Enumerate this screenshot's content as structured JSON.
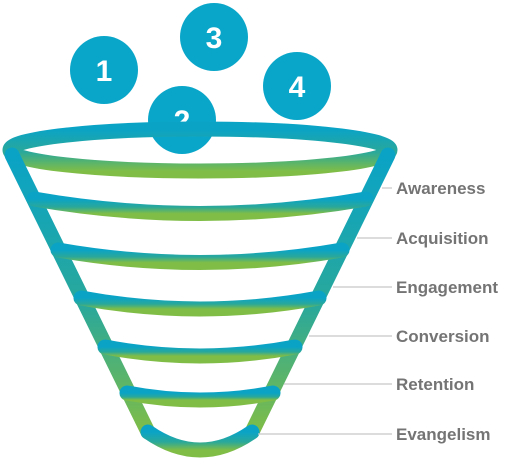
{
  "balls": [
    {
      "label": "1"
    },
    {
      "label": "3"
    },
    {
      "label": "4"
    },
    {
      "label": "2"
    }
  ],
  "stages": [
    {
      "label": "Awareness"
    },
    {
      "label": "Acquisition"
    },
    {
      "label": "Engagement"
    },
    {
      "label": "Conversion"
    },
    {
      "label": "Retention"
    },
    {
      "label": "Evangelism"
    }
  ],
  "colors": {
    "ball": "#0aa6c9",
    "funnel_top": "#0aa3c6",
    "funnel_mid": "#2aa89a",
    "funnel_bottom": "#7fbd47",
    "leader_line": "#c8c8c8",
    "label_text": "#747474"
  }
}
